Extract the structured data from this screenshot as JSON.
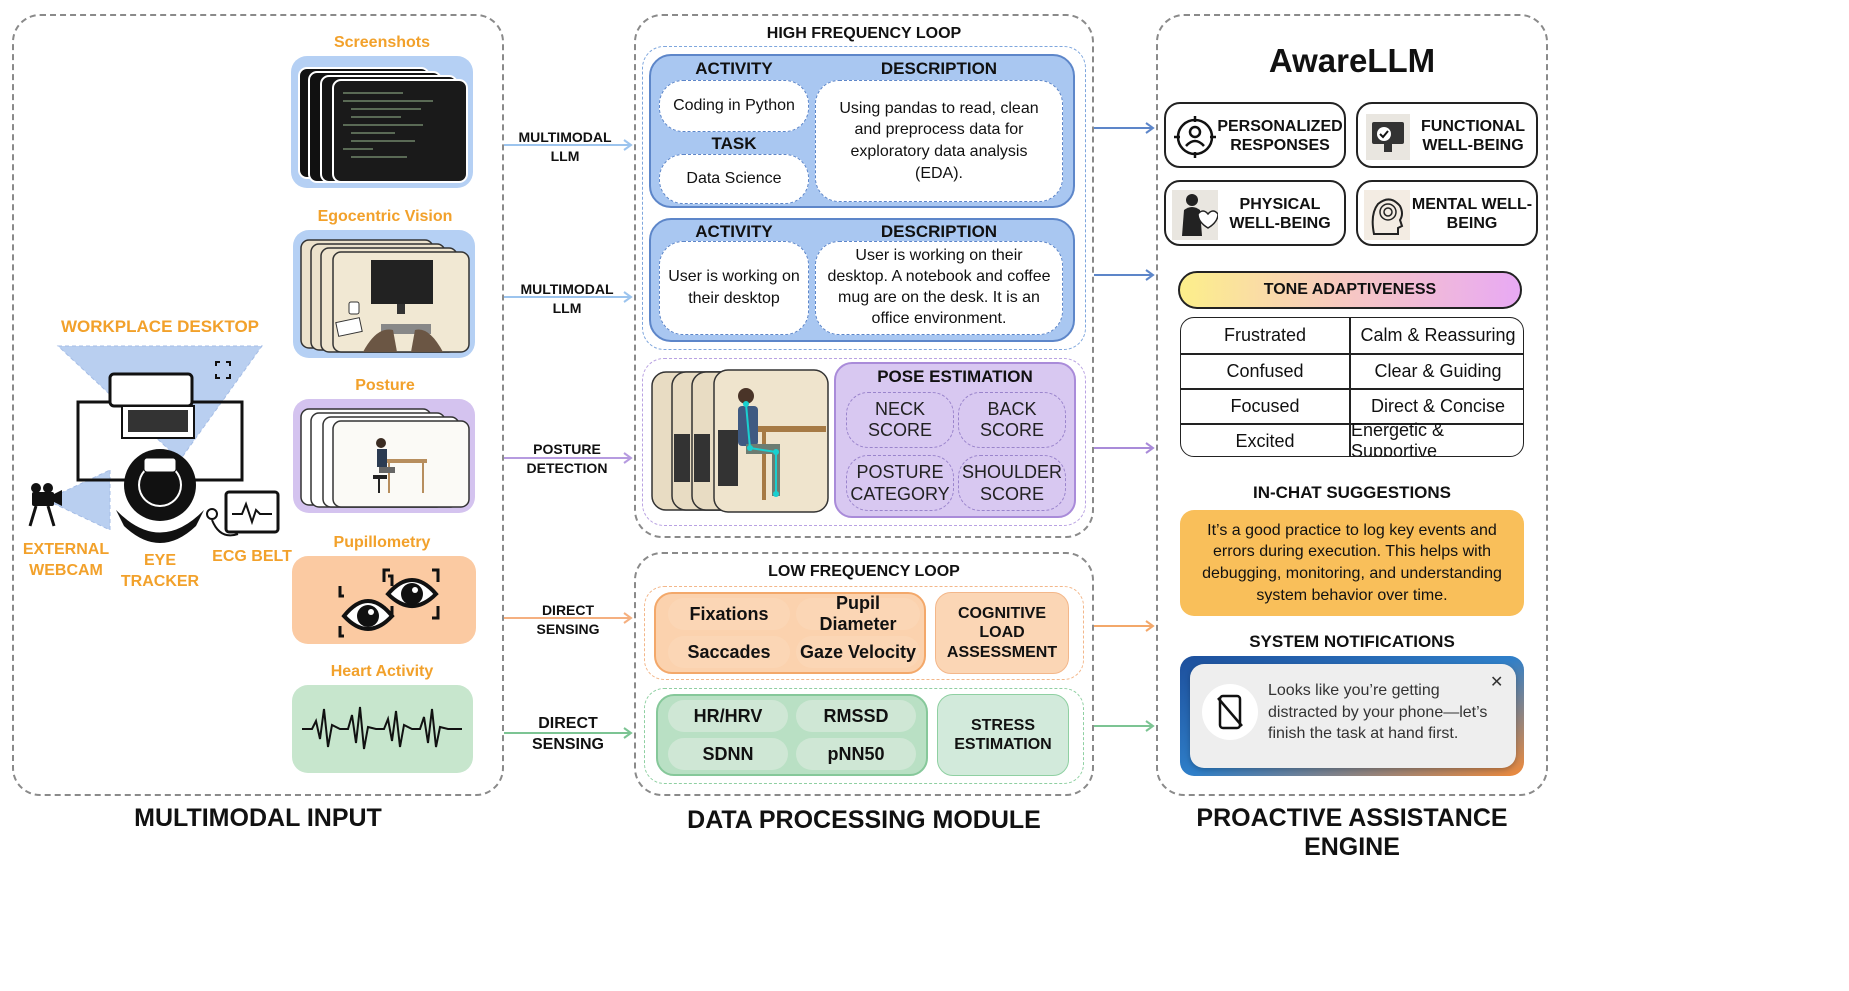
{
  "sections": {
    "input": "MULTIMODAL INPUT",
    "processing": "DATA PROCESSING MODULE",
    "engine": "PROACTIVE ASSISTANCE ENGINE"
  },
  "input": {
    "workplace_label": "WORKPLACE DESKTOP",
    "webcam_label": "EXTERNAL WEBCAM",
    "eye_label": "EYE TRACKER",
    "ecg_label": "ECG BELT",
    "streams": [
      "Screenshots",
      "Egocentric Vision",
      "Posture",
      "Pupillometry",
      "Heart Activity"
    ]
  },
  "arrows": {
    "a1": "MULTIMODAL LLM",
    "a2": "MULTIMODAL LLM",
    "a3": "POSTURE DETECTION",
    "a4": "DIRECT SENSING",
    "a5": "DIRECT SENSING"
  },
  "hf": {
    "title": "HIGH FREQUENCY LOOP",
    "box1": {
      "activity_h": "ACTIVITY",
      "activity": "Coding in Python",
      "task_h": "TASK",
      "task": "Data Science",
      "desc_h": "DESCRIPTION",
      "desc": "Using pandas to read, clean and preprocess data for exploratory data analysis (EDA)."
    },
    "box2": {
      "activity_h": "ACTIVITY",
      "activity": "User is working on their desktop",
      "desc_h": "DESCRIPTION",
      "desc": "User is working on their desktop. A notebook and coffee mug are on the desk. It is an office environment."
    },
    "pose": {
      "title": "POSE ESTIMATION",
      "items": [
        "NECK SCORE",
        "BACK SCORE",
        "POSTURE CATEGORY",
        "SHOULDER SCORE"
      ]
    }
  },
  "lf": {
    "title": "LOW FREQUENCY LOOP",
    "eye_metrics": [
      "Fixations",
      "Pupil Diameter",
      "Saccades",
      "Gaze Velocity"
    ],
    "cognitive": "COGNITIVE LOAD ASSESSMENT",
    "heart_metrics": [
      "HR/HRV",
      "RMSSD",
      "SDNN",
      "pNN50"
    ],
    "stress": "STRESS ESTIMATION"
  },
  "engine": {
    "title": "AwareLLM",
    "tiles": [
      "PERSONALIZED RESPONSES",
      "FUNCTIONAL WELL-BEING",
      "PHYSICAL WELL-BEING",
      "MENTAL WELL-BEING"
    ],
    "tone_title": "TONE ADAPTIVENESS",
    "tones": [
      [
        "Frustrated",
        "Calm & Reassuring"
      ],
      [
        "Confused",
        "Clear & Guiding"
      ],
      [
        "Focused",
        "Direct & Concise"
      ],
      [
        "Excited",
        "Energetic & Supportive"
      ]
    ],
    "suggest_title": "IN-CHAT SUGGESTIONS",
    "suggestion": "It’s a good practice to log key events and errors during execution. This helps with debugging, monitoring, and understanding system behavior over time.",
    "notif_title": "SYSTEM NOTIFICATIONS",
    "notification": "Looks like you’re getting distracted by your phone—let’s finish the task at hand first.",
    "close_glyph": "✕"
  },
  "colors": {
    "orange_text": "#f2a12b",
    "blue": "#a9c7f1",
    "purple": "#d8c8f1",
    "peach": "#fbd6b5",
    "green": "#cfe7d5"
  }
}
